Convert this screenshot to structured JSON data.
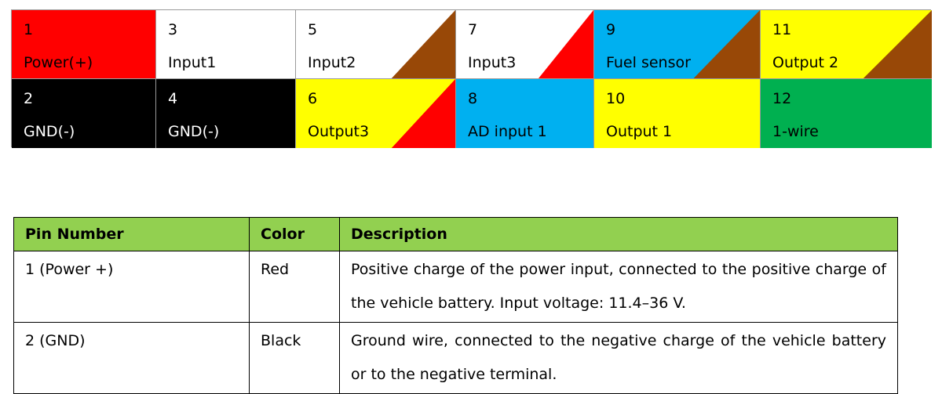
{
  "pins": [
    {
      "number": "1",
      "label": "Power(+)",
      "color": "#ff0000",
      "stripe": null,
      "dark": false
    },
    {
      "number": "3",
      "label": "Input1",
      "color": "#ffffff",
      "stripe": null,
      "dark": false
    },
    {
      "number": "5",
      "label": "Input2",
      "color": "#ffffff",
      "stripe": "#984807",
      "dark": false
    },
    {
      "number": "7",
      "label": "Input3",
      "color": "#ffffff",
      "stripe": "#ff0000",
      "dark": false
    },
    {
      "number": "9",
      "label": "Fuel sensor",
      "color": "#00b0f0",
      "stripe": "#984807",
      "dark": false
    },
    {
      "number": "11",
      "label": "Output 2",
      "color": "#ffff00",
      "stripe": "#984807",
      "dark": false
    },
    {
      "number": "2",
      "label": "GND(-)",
      "color": "#000000",
      "stripe": null,
      "dark": true
    },
    {
      "number": "4",
      "label": "GND(-)",
      "color": "#000000",
      "stripe": null,
      "dark": true
    },
    {
      "number": "6",
      "label": "Output3",
      "color": "#ffff00",
      "stripe": "#ff0000",
      "dark": false
    },
    {
      "number": "8",
      "label": "AD input 1",
      "color": "#00b0f0",
      "stripe": null,
      "dark": false
    },
    {
      "number": "10",
      "label": "Output 1",
      "color": "#ffff00",
      "stripe": null,
      "dark": false
    },
    {
      "number": "12",
      "label": "1-wire",
      "color": "#00b050",
      "stripe": null,
      "dark": false
    }
  ],
  "table": {
    "header_color": "#92d050",
    "headers": {
      "pin": "Pin Number",
      "color": "Color",
      "description": "Description"
    },
    "rows": [
      {
        "pin": "1 (Power +)",
        "color": "Red",
        "description": "Positive charge of the power input, connected to the positive charge of the vehicle battery. Input voltage: 11.4–36 V."
      },
      {
        "pin": "2 (GND)",
        "color": "Black",
        "description": "Ground wire, connected to the negative charge of the vehicle battery or to the negative terminal."
      }
    ]
  }
}
